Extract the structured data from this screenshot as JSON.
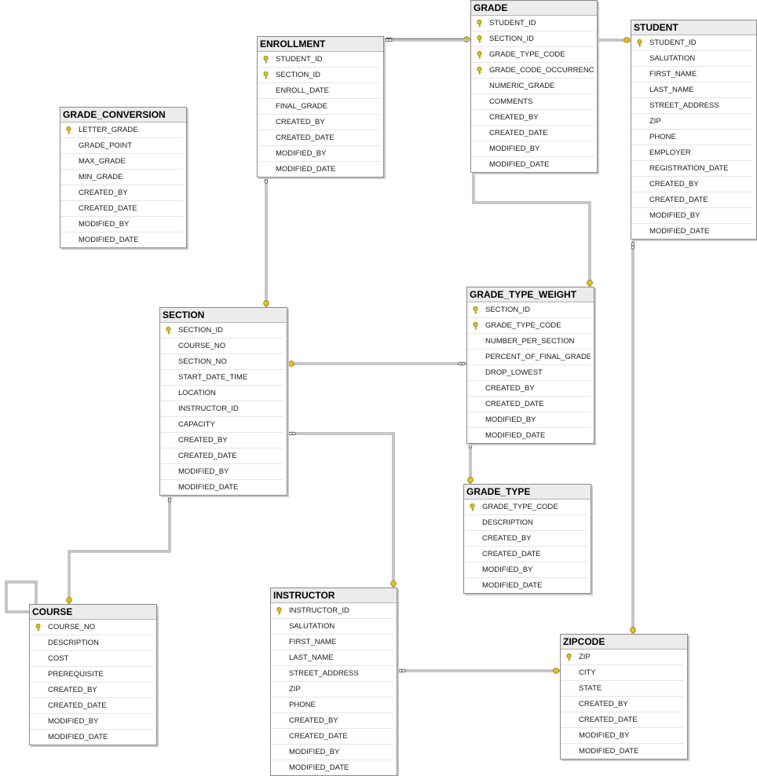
{
  "colors": {
    "title_bg": "#ececec",
    "border": "#8a8a8a",
    "line": "#8c8c8c",
    "key": "#e8c21a"
  },
  "tables": [
    {
      "id": "grade_conversion",
      "name": "GRADE_CONVERSION",
      "columns": [
        {
          "name": "LETTER_GRADE",
          "pk": true
        },
        {
          "name": "GRADE_POINT"
        },
        {
          "name": "MAX_GRADE"
        },
        {
          "name": "MIN_GRADE"
        },
        {
          "name": "CREATED_BY"
        },
        {
          "name": "CREATED_DATE"
        },
        {
          "name": "MODIFIED_BY"
        },
        {
          "name": "MODIFIED_DATE"
        }
      ]
    },
    {
      "id": "enrollment",
      "name": "ENROLLMENT",
      "columns": [
        {
          "name": "STUDENT_ID",
          "pk": true
        },
        {
          "name": "SECTION_ID",
          "pk": true
        },
        {
          "name": "ENROLL_DATE"
        },
        {
          "name": "FINAL_GRADE"
        },
        {
          "name": "CREATED_BY"
        },
        {
          "name": "CREATED_DATE"
        },
        {
          "name": "MODIFIED_BY"
        },
        {
          "name": "MODIFIED_DATE"
        }
      ]
    },
    {
      "id": "grade",
      "name": "GRADE",
      "columns": [
        {
          "name": "STUDENT_ID",
          "pk": true
        },
        {
          "name": "SECTION_ID",
          "pk": true
        },
        {
          "name": "GRADE_TYPE_CODE",
          "pk": true
        },
        {
          "name": "GRADE_CODE_OCCURRENCE",
          "pk": true
        },
        {
          "name": "NUMERIC_GRADE"
        },
        {
          "name": "COMMENTS"
        },
        {
          "name": "CREATED_BY"
        },
        {
          "name": "CREATED_DATE"
        },
        {
          "name": "MODIFIED_BY"
        },
        {
          "name": "MODIFIED_DATE"
        }
      ]
    },
    {
      "id": "student",
      "name": "STUDENT",
      "columns": [
        {
          "name": "STUDENT_ID",
          "pk": true
        },
        {
          "name": "SALUTATION"
        },
        {
          "name": "FIRST_NAME"
        },
        {
          "name": "LAST_NAME"
        },
        {
          "name": "STREET_ADDRESS"
        },
        {
          "name": "ZIP"
        },
        {
          "name": "PHONE"
        },
        {
          "name": "EMPLOYER"
        },
        {
          "name": "REGISTRATION_DATE"
        },
        {
          "name": "CREATED_BY"
        },
        {
          "name": "CREATED_DATE"
        },
        {
          "name": "MODIFIED_BY"
        },
        {
          "name": "MODIFIED_DATE"
        }
      ]
    },
    {
      "id": "section",
      "name": "SECTION",
      "columns": [
        {
          "name": "SECTION_ID",
          "pk": true
        },
        {
          "name": "COURSE_NO"
        },
        {
          "name": "SECTION_NO"
        },
        {
          "name": "START_DATE_TIME"
        },
        {
          "name": "LOCATION"
        },
        {
          "name": "INSTRUCTOR_ID"
        },
        {
          "name": "CAPACITY"
        },
        {
          "name": "CREATED_BY"
        },
        {
          "name": "CREATED_DATE"
        },
        {
          "name": "MODIFIED_BY"
        },
        {
          "name": "MODIFIED_DATE"
        }
      ]
    },
    {
      "id": "grade_type_weight",
      "name": "GRADE_TYPE_WEIGHT",
      "columns": [
        {
          "name": "SECTION_ID",
          "pk": true
        },
        {
          "name": "GRADE_TYPE_CODE",
          "pk": true
        },
        {
          "name": "NUMBER_PER_SECTION"
        },
        {
          "name": "PERCENT_OF_FINAL_GRADE"
        },
        {
          "name": "DROP_LOWEST"
        },
        {
          "name": "CREATED_BY"
        },
        {
          "name": "CREATED_DATE"
        },
        {
          "name": "MODIFIED_BY"
        },
        {
          "name": "MODIFIED_DATE"
        }
      ]
    },
    {
      "id": "grade_type",
      "name": "GRADE_TYPE",
      "columns": [
        {
          "name": "GRADE_TYPE_CODE",
          "pk": true
        },
        {
          "name": "DESCRIPTION"
        },
        {
          "name": "CREATED_BY"
        },
        {
          "name": "CREATED_DATE"
        },
        {
          "name": "MODIFIED_BY"
        },
        {
          "name": "MODIFIED_DATE"
        }
      ]
    },
    {
      "id": "course",
      "name": "COURSE",
      "columns": [
        {
          "name": "COURSE_NO",
          "pk": true
        },
        {
          "name": "DESCRIPTION"
        },
        {
          "name": "COST"
        },
        {
          "name": "PREREQUISITE"
        },
        {
          "name": "CREATED_BY"
        },
        {
          "name": "CREATED_DATE"
        },
        {
          "name": "MODIFIED_BY"
        },
        {
          "name": "MODIFIED_DATE"
        }
      ]
    },
    {
      "id": "instructor",
      "name": "INSTRUCTOR",
      "columns": [
        {
          "name": "INSTRUCTOR_ID",
          "pk": true
        },
        {
          "name": "SALUTATION"
        },
        {
          "name": "FIRST_NAME"
        },
        {
          "name": "LAST_NAME"
        },
        {
          "name": "STREET_ADDRESS"
        },
        {
          "name": "ZIP"
        },
        {
          "name": "PHONE"
        },
        {
          "name": "CREATED_BY"
        },
        {
          "name": "CREATED_DATE"
        },
        {
          "name": "MODIFIED_BY"
        },
        {
          "name": "MODIFIED_DATE"
        }
      ]
    },
    {
      "id": "zipcode",
      "name": "ZIPCODE",
      "columns": [
        {
          "name": "ZIP",
          "pk": true
        },
        {
          "name": "CITY"
        },
        {
          "name": "STATE"
        },
        {
          "name": "CREATED_BY"
        },
        {
          "name": "CREATED_DATE"
        },
        {
          "name": "MODIFIED_BY"
        },
        {
          "name": "MODIFIED_DATE"
        }
      ]
    }
  ],
  "relationships": [
    {
      "id": "enrollment-grade",
      "from": "grade",
      "to": "enrollment"
    },
    {
      "id": "student-enrollment",
      "from": "enrollment",
      "to": "student"
    },
    {
      "id": "section-enrollment",
      "from": "enrollment",
      "to": "section"
    },
    {
      "id": "grade-type-weight-grade",
      "from": "grade",
      "to": "grade_type_weight"
    },
    {
      "id": "section-grade-type-weight",
      "from": "grade_type_weight",
      "to": "section"
    },
    {
      "id": "grade-type-grade-type-weight",
      "from": "grade_type_weight",
      "to": "grade_type"
    },
    {
      "id": "course-section",
      "from": "section",
      "to": "course"
    },
    {
      "id": "course-prerequisite",
      "from": "course",
      "to": "course"
    },
    {
      "id": "instructor-section",
      "from": "section",
      "to": "instructor"
    },
    {
      "id": "zipcode-student",
      "from": "student",
      "to": "zipcode"
    },
    {
      "id": "zipcode-instructor",
      "from": "instructor",
      "to": "zipcode"
    }
  ]
}
